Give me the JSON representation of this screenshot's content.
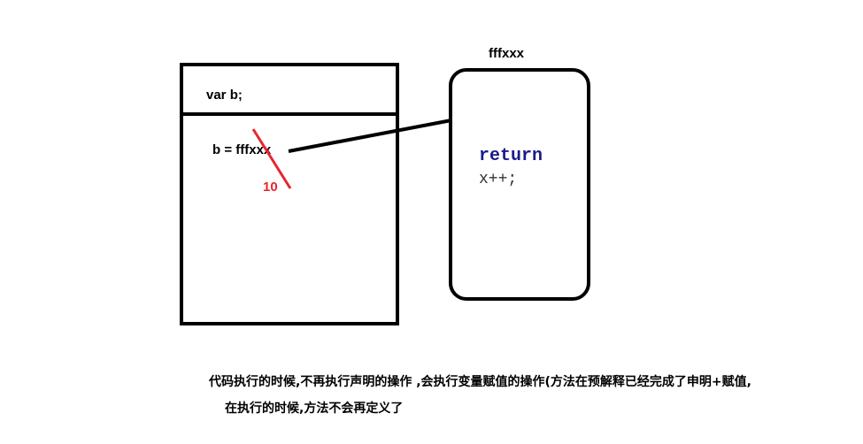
{
  "scope_box": {
    "declaration": "var b;",
    "assignment": "b = fffxxx",
    "new_value": "10"
  },
  "function_box": {
    "label": "fffxxx",
    "keyword": "return",
    "statement": "x++;"
  },
  "note": {
    "line1": "代码执行的时候,不再执行声明的操作 ,会执行变量赋值的操作(方法在预解释已经完成了申明+赋值,",
    "line2": "在执行的时候,方法不会再定义了"
  },
  "colors": {
    "stroke": "#000000",
    "strike": "#e8252e",
    "keyword": "#1a1a8c",
    "code": "#333333",
    "new_value": "#e8252e"
  }
}
